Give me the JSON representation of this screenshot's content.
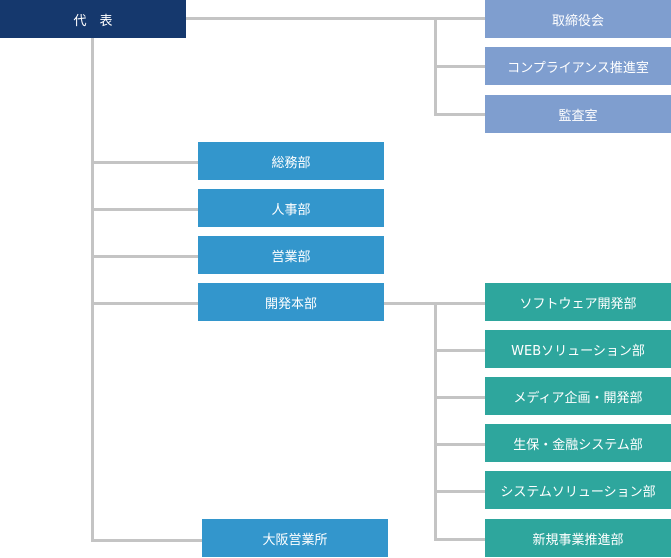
{
  "colors": {
    "top": "#15386d",
    "exec": "#7f9ecf",
    "dept": "#3396cc",
    "sub": "#2ea69d",
    "line": "#c4c4c4"
  },
  "top": {
    "label": "代　表"
  },
  "executive": [
    {
      "label": "取締役会"
    },
    {
      "label": "コンプライアンス推進室"
    },
    {
      "label": "監査室"
    }
  ],
  "departments": [
    {
      "label": "総務部"
    },
    {
      "label": "人事部"
    },
    {
      "label": "営業部"
    },
    {
      "label": "開発本部"
    },
    {
      "label": "大阪営業所"
    }
  ],
  "dev_divisions": [
    {
      "label": "ソフトウェア開発部"
    },
    {
      "label": "WEBソリューション部"
    },
    {
      "label": "メディア企画・開発部"
    },
    {
      "label": "生保・金融システム部"
    },
    {
      "label": "システムソリューション部"
    },
    {
      "label": "新規事業推進部"
    }
  ]
}
